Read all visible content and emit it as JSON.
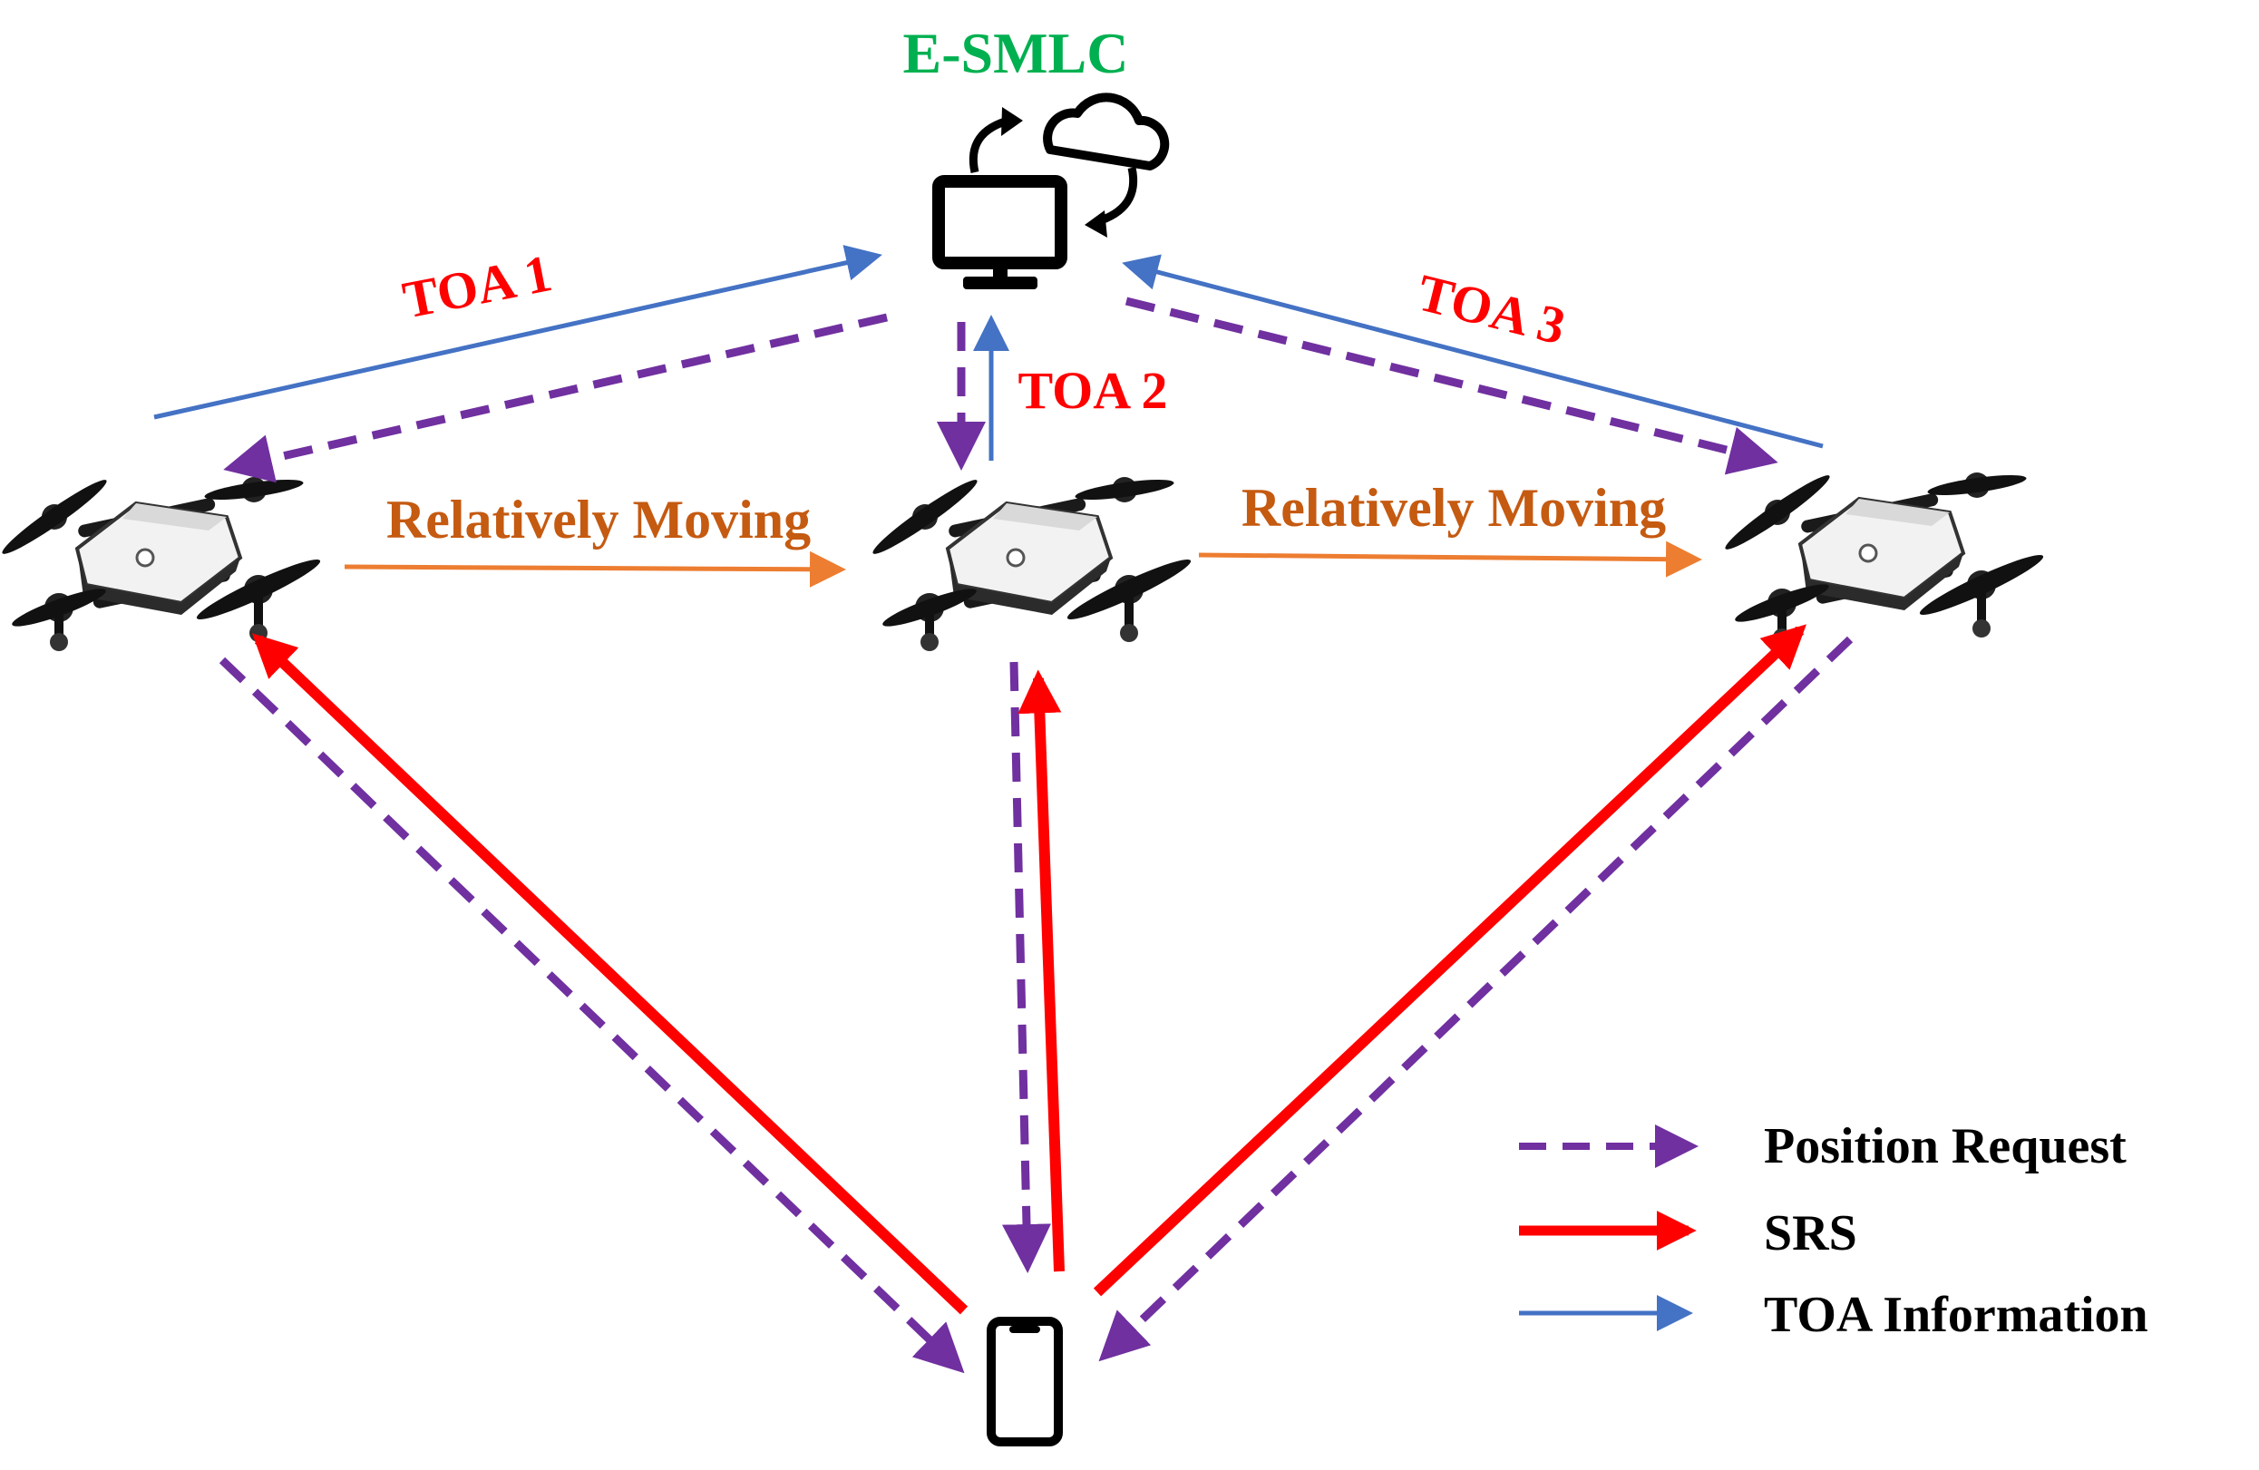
{
  "title": "E-SMLC",
  "toa_labels": [
    "TOA 1",
    "TOA 2",
    "TOA 3"
  ],
  "motion_labels": [
    "Relatively Moving",
    "Relatively Moving"
  ],
  "legend": [
    {
      "label": "Position Request",
      "style": "dashed",
      "color": "#7030a0"
    },
    {
      "label": "SRS",
      "style": "solid-thick",
      "color": "#ff0000"
    },
    {
      "label": "TOA Information",
      "style": "solid-thin",
      "color": "#4472c4"
    }
  ],
  "colors": {
    "title": "#00b050",
    "toa_label": "#ff0000",
    "motion": "#ed7d31",
    "motion_text": "#c55a11",
    "position_request": "#7030a0",
    "srs": "#ff0000",
    "toa_info": "#4472c4"
  },
  "icons": {
    "server": "computer-monitor-with-cloud-sync",
    "drone": "quadcopter-drone",
    "ue": "smartphone"
  }
}
